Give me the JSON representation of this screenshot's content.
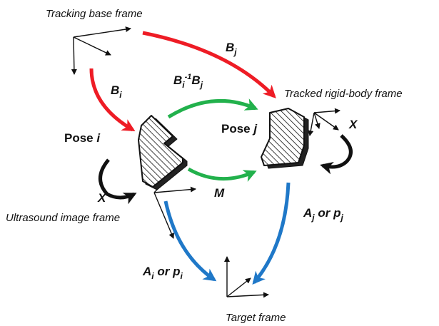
{
  "frames": {
    "tracking_base": "Tracking base frame",
    "tracked_rigid_body": "Tracked rigid-body frame",
    "ultrasound_image": "Ultrasound image frame",
    "target": "Target frame"
  },
  "poses": {
    "pose_i": {
      "word": "Pose",
      "index": "i"
    },
    "pose_j": {
      "word": "Pose",
      "index": "j"
    }
  },
  "transforms": {
    "Bj": {
      "base": "B",
      "sub": "j"
    },
    "Bi": {
      "base": "B",
      "sub": "i"
    },
    "BiinvBj": {
      "base1": "B",
      "sub1": "i",
      "sup1": "-1",
      "base2": "B",
      "sub2": "j"
    },
    "M": "M",
    "X_left": "X",
    "X_right": "X",
    "Aj_or_pj": {
      "A": "A",
      "subA": "j",
      "or": "or",
      "p": "p",
      "subP": "j"
    },
    "Ai_or_pi": {
      "A": "A",
      "subA": "i",
      "or": "or",
      "p": "p",
      "subP": "i"
    }
  },
  "colors": {
    "red_arrow": "#ee1c25",
    "green_arrow": "#22b14c",
    "blue_arrow": "#1f78c8",
    "black": "#111111",
    "hatch_body": "#ffffff"
  }
}
